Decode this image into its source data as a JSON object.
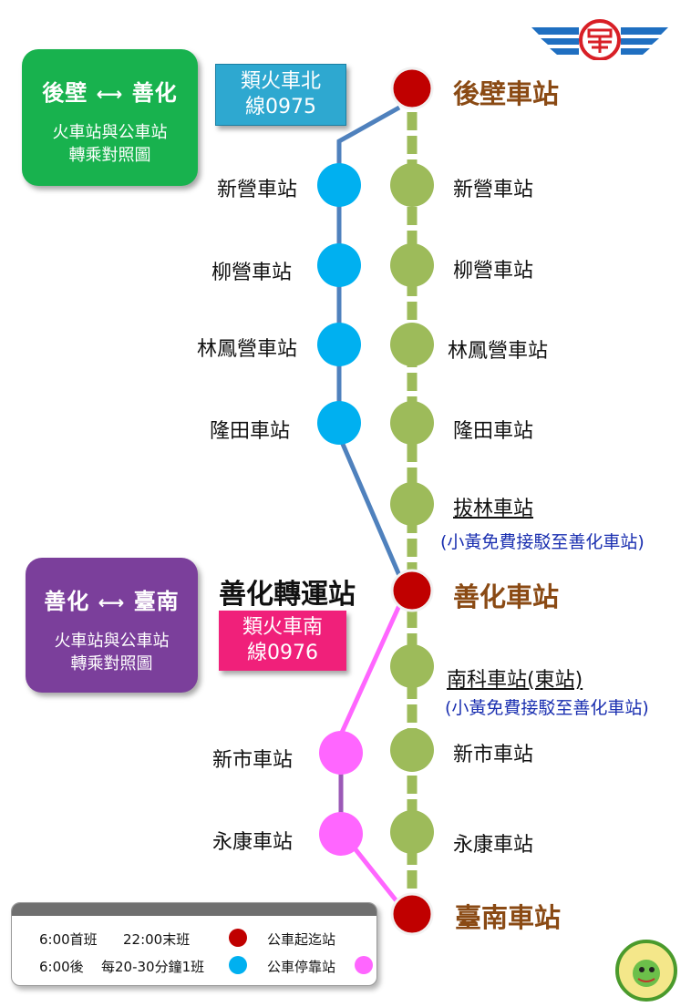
{
  "north_panel": {
    "title_left": "後壁",
    "title_right": "善化",
    "arrow": "⟷",
    "subtitle_line1": "火車站與公車站",
    "subtitle_line2": "轉乘對照圖",
    "color": "#18b24e"
  },
  "south_panel": {
    "title_left": "善化",
    "title_right": "臺南",
    "arrow": "⟷",
    "subtitle_line1": "火車站與公車站",
    "subtitle_line2": "轉乘對照圖",
    "color": "#7b3f9b"
  },
  "route_north": {
    "line1": "類火車北",
    "line2": "線0975",
    "color": "#2ea8d0"
  },
  "route_south": {
    "line1": "類火車南",
    "line2": "線0976",
    "color": "#f0207a"
  },
  "hub_label": "善化轉運站",
  "train_stations": [
    {
      "name": "後壁車站",
      "kind": "terminal"
    },
    {
      "name": "新營車站",
      "kind": "normal"
    },
    {
      "name": "柳營車站",
      "kind": "normal"
    },
    {
      "name": "林鳳營車站",
      "kind": "normal"
    },
    {
      "name": "隆田車站",
      "kind": "normal"
    },
    {
      "name": "拔林車站",
      "kind": "normal",
      "note": "(小黃免費接駁至善化車站)"
    },
    {
      "name": "善化車站",
      "kind": "terminal"
    },
    {
      "name": "南科車站(東站)",
      "kind": "normal",
      "note": "(小黃免費接駁至善化車站)"
    },
    {
      "name": "新市車站",
      "kind": "normal"
    },
    {
      "name": "永康車站",
      "kind": "normal"
    },
    {
      "name": "臺南車站",
      "kind": "terminal"
    }
  ],
  "bus_stops_north": [
    "新營車站",
    "柳營車站",
    "林鳳營車站",
    "隆田車站"
  ],
  "bus_stops_south": [
    "新市車站",
    "永康車站"
  ],
  "legend": {
    "first_bus": "6:00首班",
    "last_bus": "22:00末班",
    "after_six": "6:00後",
    "frequency": "每20-30分鐘1班",
    "terminus_label": "公車起迄站",
    "stop_label": "公車停靠站"
  },
  "colors": {
    "rail_line": "#9dbb5a",
    "rail_station": "#9dbb5a",
    "terminal": "#c00000",
    "bus_north_stop": "#00b0f0",
    "bus_south_stop": "#ff66ff",
    "north_route_line": "#4f81bd",
    "south_route_line": "#ff66ff",
    "south_route_mid": "#9b59b6",
    "station_label": "#8a4a14",
    "note_text": "#1a2fb0"
  }
}
